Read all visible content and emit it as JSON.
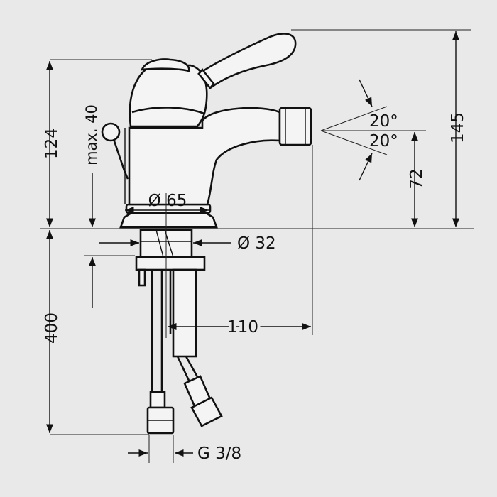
{
  "dimensions": {
    "height_top_overall": "145",
    "height_body": "124",
    "lever_clearance": "max. 40",
    "nozzle_height": "72",
    "angle_upper": "20°",
    "angle_lower": "20°",
    "base_diameter": "Ø 65",
    "shank_diameter": "Ø 32",
    "hose_length": "400",
    "projection": "110",
    "connection_thread": "G 3/8"
  },
  "colors": {
    "background": "#e9e9e9",
    "line": "#111111"
  }
}
